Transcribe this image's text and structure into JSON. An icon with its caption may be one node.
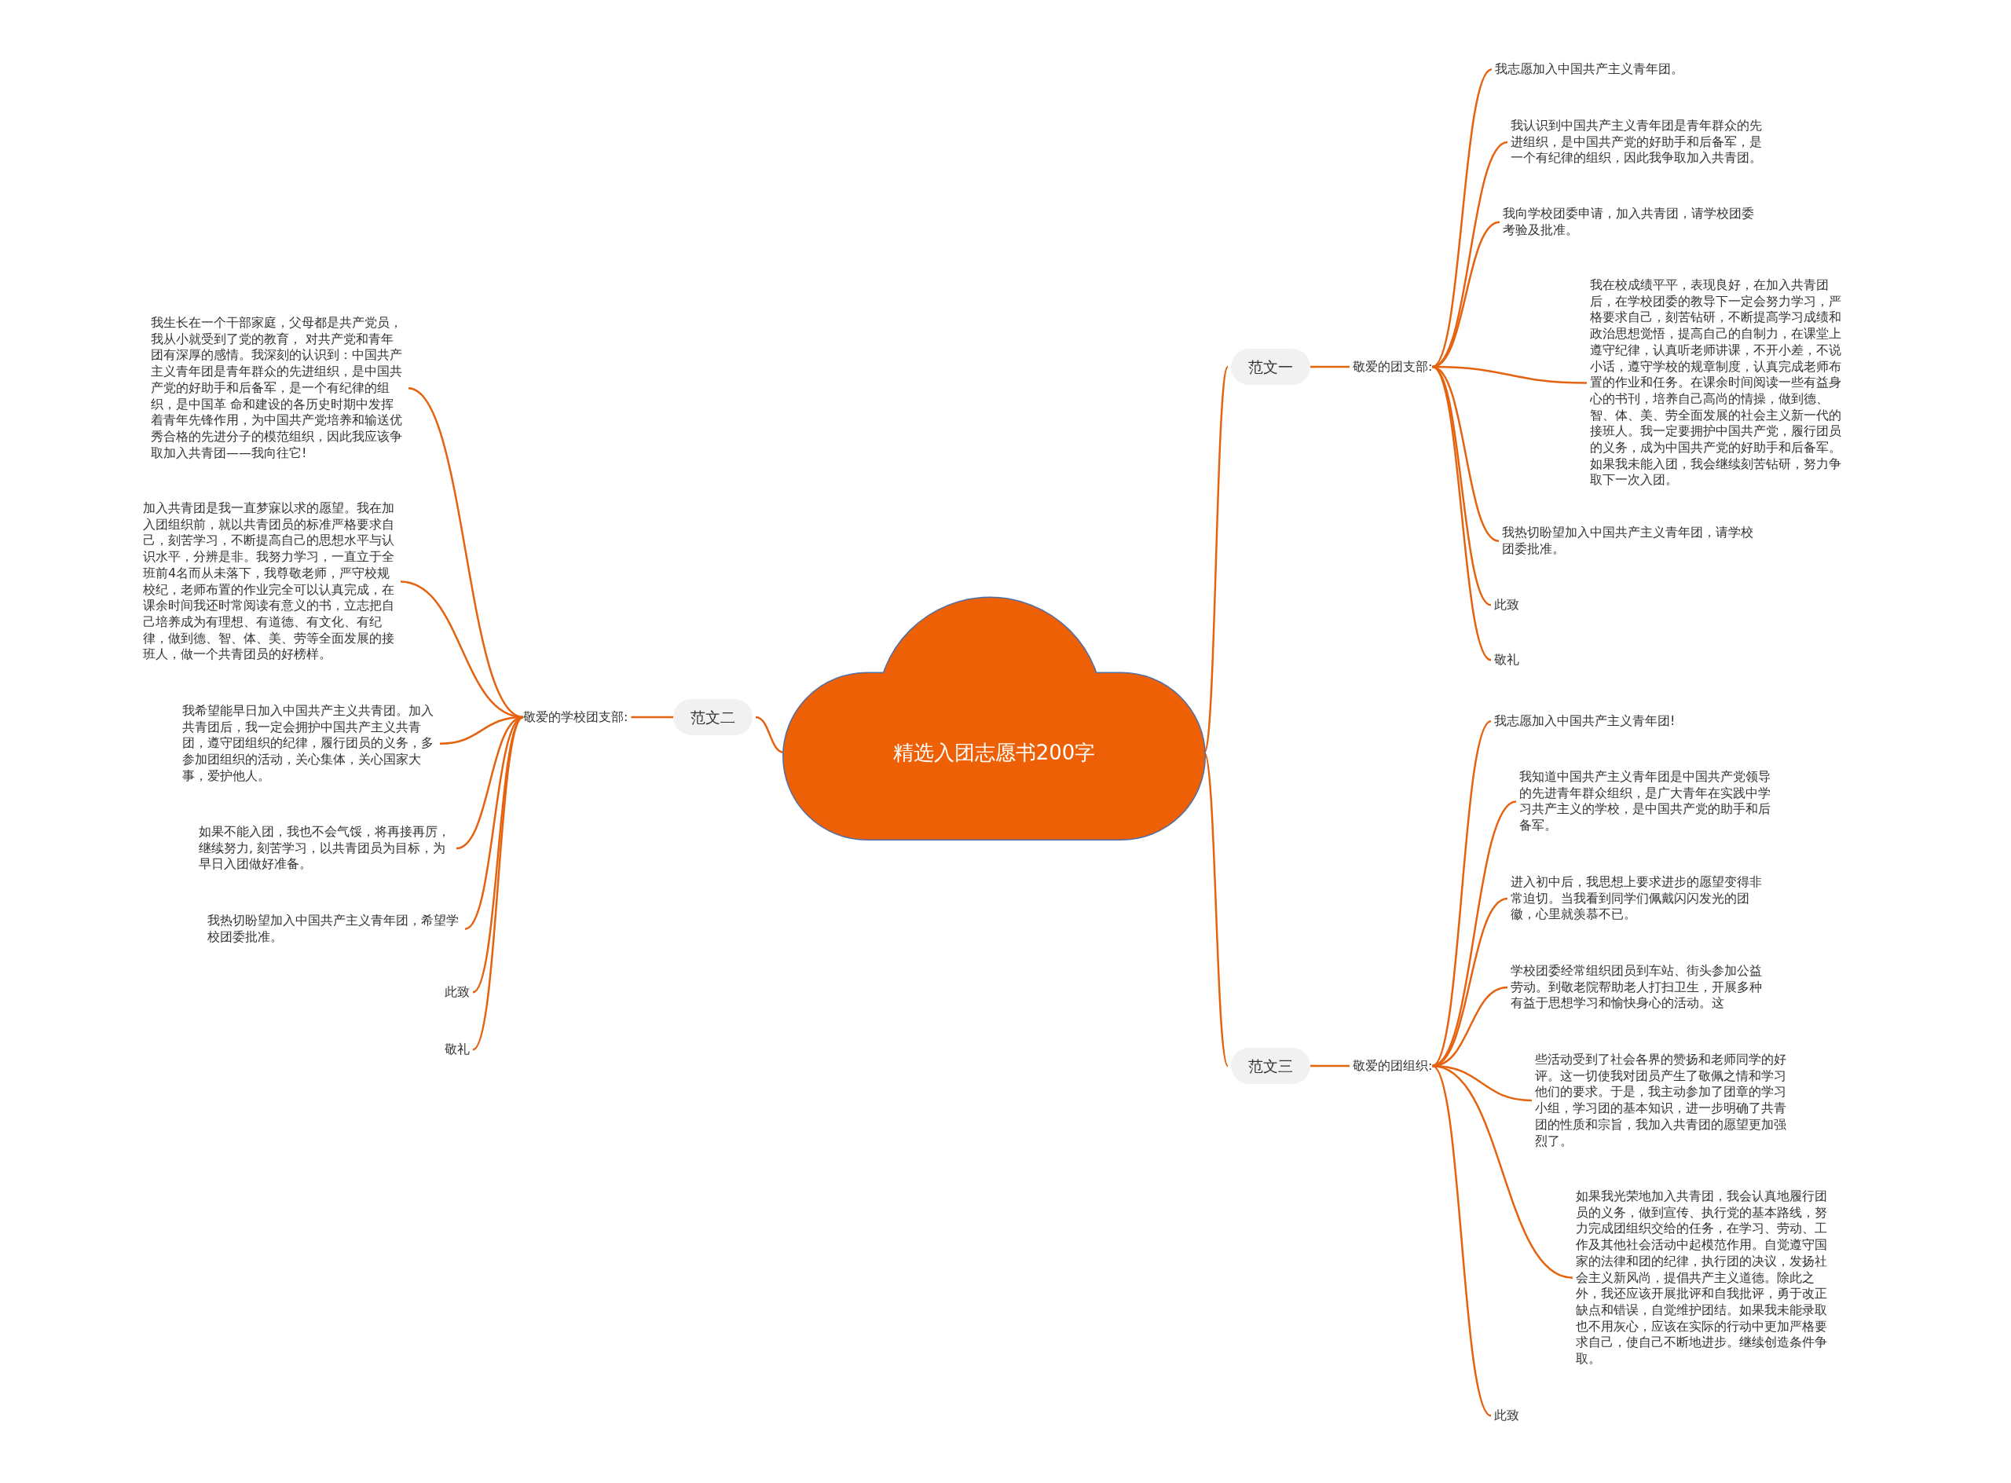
{
  "diagram": {
    "nodes": [
      {
        "text": [
          "精选入团志愿书200字"
        ]
      },
      {
        "text": [
          "范文一"
        ]
      },
      {
        "text": [
          "敬爱的团支部:"
        ]
      },
      {
        "text": [
          "我志愿加入中国共产主义青年团。"
        ]
      },
      {
        "text": [
          "我认识到中国共产主义青年团是青年群众的先进组织，是中国共产党的好助手和后备军，是一个有纪律的组织，因此我争取加入共青团。"
        ]
      },
      {
        "text": [
          "我向学校团委申请，加入共青团，请学校团委考验及批准。"
        ]
      },
      {
        "text": [
          "我在校成绩平平，表现良好，在加入共青团后，在学校团委的教导下一定会努力学习，严格要求自己，刻苦钻研，不断提高学习成绩和政治思想觉悟，提高自己的自制力，在课堂上遵守纪律，认真听老师讲课，不开小差，不说小话，遵守学校的规章制度，认真完成老师布置的作业和任务。在课余时间阅读一些有益身心的书刊，培养自己高尚的情操，做到德、智、体、美、劳全面发展的社会主义新一代的接班人。我一定要拥护中国共产党，履行团员的义务，成为中国共产党的好助手和后备军。如果我未能入团，我会继续刻苦钻研，努力争取下一次入团。"
        ]
      },
      {
        "text": [
          "我热切盼望加入中国共产主义青年团，请学校团委批准。"
        ]
      },
      {
        "text": [
          "此致"
        ]
      },
      {
        "text": [
          "敬礼"
        ]
      },
      {
        "text": [
          "范文二"
        ]
      },
      {
        "text": [
          "敬爱的学校团支部:"
        ]
      },
      {
        "text": [
          "我生长在一个干部家庭，父母都是共产党员，我从小就受到了党的教育， 对共产党和青年团有深厚的感情。我深刻的认识到：中国共产主义青年团是青年群众的先进组织，是中国共产党的好助手和后备军，是一个有纪律的组织，是中国革 命和建设的各历史时期中发挥着青年先锋作用，为中国共产党培养和输送优秀合格的先进分子的模范组织，因此我应该争取加入共青团——我向往它!"
        ]
      },
      {
        "text": [
          "加入共青团是我一直梦寐以求的愿望。我在加入团组织前，就以共青团员的标准严格要求自己，刻苦学习，不断提高自己的思想水平与认识水平，分辨是非。我努力学习，一直立于全班前4名而从未落下，我尊敬老师，严守校规校纪，老师布置的作业完全可以认真完成，在课余时间我还时常阅读有意义的书，立志把自己培养成为有理想、有道德、有文化、有纪律，做到德、智、体、美、劳等全面发展的接班人，做一个共青团员的好榜样。"
        ]
      },
      {
        "text": [
          "我希望能早日加入中国共产主义共青团。加入共青团后，我一定会拥护中国共产主义共青团，遵守团组织的纪律，履行团员的义务，多参加团组织的活动，关心集体，关心国家大事，爱护他人。"
        ]
      },
      {
        "text": [
          "如果不能入团，我也不会气馁，将再接再厉，继续努力, 刻苦学习，以共青团员为目标，为早日入团做好准备。"
        ]
      },
      {
        "text": [
          "我热切盼望加入中国共产主义青年团，希望学校团委批准。"
        ]
      },
      {
        "text": [
          "此致"
        ]
      },
      {
        "text": [
          "敬礼"
        ]
      },
      {
        "text": [
          "范文三"
        ]
      },
      {
        "text": [
          "敬爱的团组织:"
        ]
      },
      {
        "text": [
          "我志愿加入中国共产主义青年团!"
        ]
      },
      {
        "text": [
          "我知道中国共产主义青年团是中国共产党领导的先进青年群众组织，是广大青年在实践中学习共产主义的学校，是中国共产党的助手和后备军。"
        ]
      },
      {
        "text": [
          "进入初中后，我思想上要求进步的愿望变得非常迫切。当我看到同学们佩戴闪闪发光的团徽，心里就羡慕不已。"
        ]
      },
      {
        "text": [
          "学校团委经常组织团员到车站、街头参加公益劳动。到敬老院帮助老人打扫卫生，开展多种有益于思想学习和愉快身心的活动。这"
        ]
      },
      {
        "text": [
          "些活动受到了社会各界的赞扬和老师同学的好评。这一切使我对团员产生了敬佩之情和学习他们的要求。于是，我主动参加了团章的学习小组，学习团的基本知识，进一步明确了共青团的性质和宗旨，我加入共青团的愿望更加强烈了。"
        ]
      },
      {
        "text": [
          "如果我光荣地加入共青团，我会认真地履行团员的义务，做到宣传、执行党的基本路线，努力完成团组织交给的任务，在学习、劳动、工作及其他社会活动中起模范作用。自觉遵守国家的法律和团的纪律，执行团的决议，发扬社会主义新风尚，提倡共产主义道德。除此之外，我还应该开展批评和自我批评，勇于改正缺点和错误，自觉维护团结。如果我未能录取也不用灰心，应该在实际的行动中更加严格要求自己，使自己不断地进步。继续创造条件争取。"
        ]
      },
      {
        "text": [
          "此致"
        ]
      }
    ],
    "edges": [
      {
        "from": 0,
        "to": 1,
        "arrow": "none"
      },
      {
        "from": 1,
        "to": 2,
        "arrow": "none"
      },
      {
        "from": 2,
        "to": 3,
        "arrow": "none"
      },
      {
        "from": 2,
        "to": 4,
        "arrow": "none"
      },
      {
        "from": 2,
        "to": 5,
        "arrow": "none"
      },
      {
        "from": 2,
        "to": 6,
        "arrow": "none"
      },
      {
        "from": 2,
        "to": 7,
        "arrow": "none"
      },
      {
        "from": 2,
        "to": 8,
        "arrow": "none"
      },
      {
        "from": 2,
        "to": 9,
        "arrow": "none"
      },
      {
        "from": 0,
        "to": 10,
        "arrow": "none"
      },
      {
        "from": 10,
        "to": 11,
        "arrow": "none"
      },
      {
        "from": 11,
        "to": 12,
        "arrow": "none"
      },
      {
        "from": 11,
        "to": 13,
        "arrow": "none"
      },
      {
        "from": 11,
        "to": 14,
        "arrow": "none"
      },
      {
        "from": 11,
        "to": 15,
        "arrow": "none"
      },
      {
        "from": 11,
        "to": 16,
        "arrow": "none"
      },
      {
        "from": 11,
        "to": 17,
        "arrow": "none"
      },
      {
        "from": 11,
        "to": 18,
        "arrow": "none"
      },
      {
        "from": 0,
        "to": 19,
        "arrow": "none"
      },
      {
        "from": 19,
        "to": 20,
        "arrow": "none"
      },
      {
        "from": 20,
        "to": 21,
        "arrow": "none"
      },
      {
        "from": 20,
        "to": 22,
        "arrow": "none"
      },
      {
        "from": 20,
        "to": 23,
        "arrow": "none"
      },
      {
        "from": 20,
        "to": 24,
        "arrow": "none"
      },
      {
        "from": 20,
        "to": 25,
        "arrow": "none"
      },
      {
        "from": 20,
        "to": 26,
        "arrow": "none"
      },
      {
        "from": 20,
        "to": 27,
        "arrow": "none"
      }
    ]
  }
}
